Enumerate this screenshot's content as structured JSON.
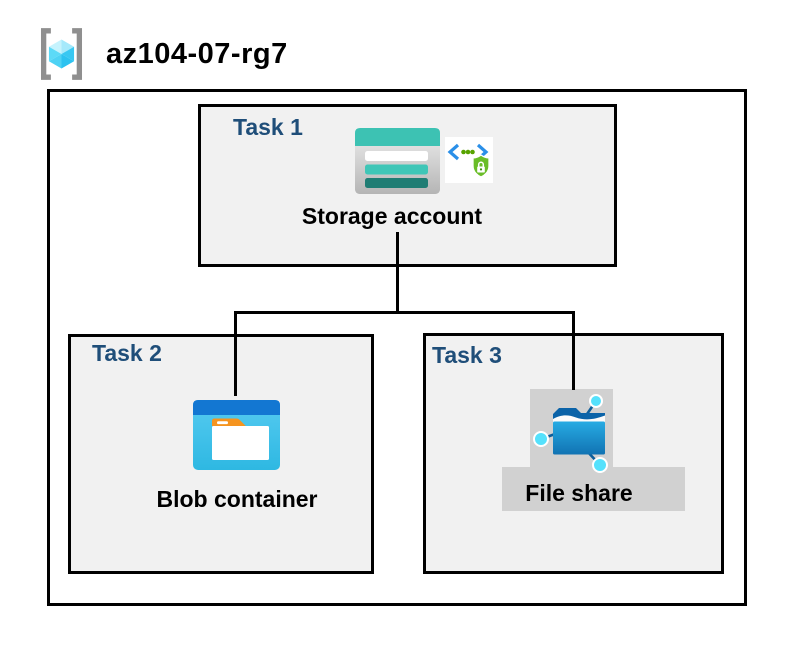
{
  "resource_group": {
    "name": "az104-07-rg7",
    "icon": "resource-group-icon"
  },
  "tasks": [
    {
      "label": "Task 1",
      "item": "Storage account",
      "icons": [
        "storage-account-icon",
        "secure-endpoint-shield-icon"
      ]
    },
    {
      "label": "Task 2",
      "item": "Blob container",
      "icons": [
        "blob-container-icon"
      ]
    },
    {
      "label": "Task 3",
      "item": "File share",
      "icons": [
        "file-share-icon"
      ]
    }
  ],
  "colors": {
    "task_label": "#1f4e79",
    "box_fill": "#f1f1f1",
    "box_border": "#000000",
    "connector": "#000000",
    "storage_teal": "#3dc2b3",
    "storage_teal_dark": "#1f7d74",
    "blob_band_blue": "#1377d2",
    "blob_body_cyan": "#3ebfe9",
    "folder_tab_orange": "#f5941f",
    "file_share_bg_gray": "#d1d1d1",
    "file_folder_blue": "#1ba0dc",
    "file_folder_flap": "#0b63a8",
    "node_cyan": "#55e1fc",
    "shield_green": "#6abd28",
    "chevron_blue": "#2a8fe8",
    "dot_green": "#57a300",
    "bracket_gray": "#8f8f8f",
    "cube_cyan": "#45cdf2"
  }
}
